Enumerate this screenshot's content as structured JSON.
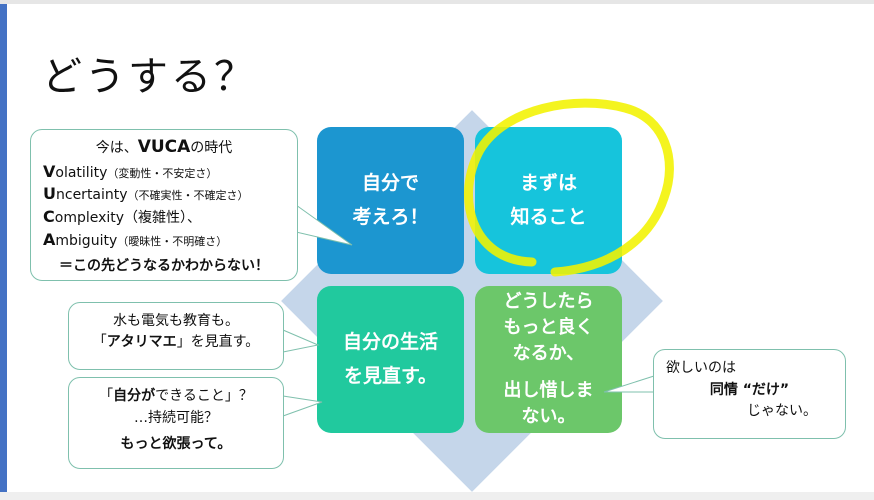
{
  "title": "どうする？",
  "tiles": {
    "top_left": [
      "自分で",
      "考えろ！"
    ],
    "top_right": [
      "まずは",
      "知ること"
    ],
    "bottom_left": [
      "自分の生活",
      "を見直す。"
    ],
    "bottom_right_a": [
      "どうしたら",
      "もっと良く",
      "なるか、"
    ],
    "bottom_right_b": [
      "出し惜しま",
      "ない。"
    ]
  },
  "vuca": {
    "heading_pre": "今は、",
    "heading_bold": "VUCA",
    "heading_post": "の時代",
    "rows": [
      {
        "initial": "V",
        "rest": "olatility",
        "note": "（変動性・不安定さ）"
      },
      {
        "initial": "U",
        "rest": "ncertainty",
        "note": "（不確実性・不確定さ）"
      },
      {
        "initial": "C",
        "rest": "omplexity",
        "note": "（複雑性）、"
      },
      {
        "initial": "A",
        "rest": "mbiguity",
        "note": "（曖昧性・不明確さ）"
      }
    ],
    "conclusion": "＝この先どうなるかわからない！"
  },
  "water": {
    "line1": "水も電気も教育も。",
    "line2_open": "「",
    "line2_bold": "アタリマエ",
    "line2_close": "」を見直す。"
  },
  "self": {
    "line1_open": "「",
    "line1_bold": "自分が",
    "line1_rest": "できること」？",
    "line2": "…持続可能？",
    "line3": "もっと欲張って。"
  },
  "want": {
    "line1": "欲しいのは",
    "line2": "同情 “だけ”",
    "line3": "じゃない。"
  },
  "colors": {
    "accent_bar": "#4472c4",
    "tile_top_left": "#1c96d0",
    "tile_top_right": "#16c4dc",
    "tile_bottom_left": "#21c99e",
    "tile_bottom_right": "#6cc76a",
    "highlight_circle": "#f2f200"
  }
}
